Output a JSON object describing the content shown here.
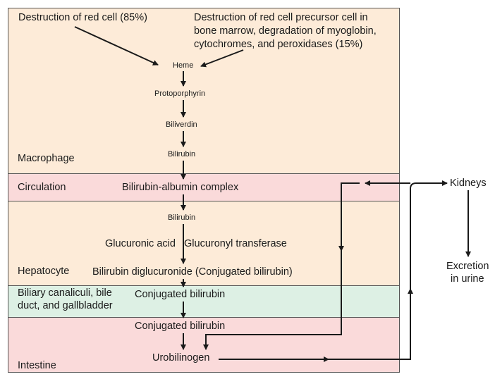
{
  "colors": {
    "macrophage_bg": "#fdebd8",
    "circulation_bg": "#fadada",
    "hepatocyte_bg": "#fdebd8",
    "biliary_bg": "#ddf0e4",
    "intestine_bg": "#fadada",
    "border": "#555555",
    "arrow": "#1a1a1a"
  },
  "sources": {
    "red_cell": "Destruction of red cell (85%)",
    "precursor_line1": "Destruction of red cell precursor cell in",
    "precursor_line2": "bone marrow, degradation of myoglobin,",
    "precursor_line3": "cytochromes, and peroxidases (15%)"
  },
  "pathway": {
    "heme": "Heme",
    "protoporphyrin": "Protoporphyrin",
    "biliverdin": "Biliverdin",
    "bilirubin_macrophage": "Bilirubin",
    "albumin_complex": "Bilirubin-albumin complex",
    "bilirubin_hepatocyte": "Bilirubin",
    "glucuronic_acid": "Glucuronic acid",
    "glucuronyl_transferase": "Glucuronyl transferase",
    "diglucuronide": "Bilirubin diglucuronide (Conjugated bilirubin)",
    "conjugated_biliary": "Conjugated bilirubin",
    "conjugated_intestine": "Conjugated bilirubin",
    "urobilinogen": "Urobilinogen"
  },
  "compartments": {
    "macrophage": "Macrophage",
    "circulation": "Circulation",
    "hepatocyte": "Hepatocyte",
    "biliary_line1": "Biliary canaliculi, bile",
    "biliary_line2": "duct, and gallbladder",
    "intestine": "Intestine"
  },
  "outside": {
    "kidneys": "Kidneys",
    "excretion_line1": "Excretion",
    "excretion_line2": "in urine"
  }
}
